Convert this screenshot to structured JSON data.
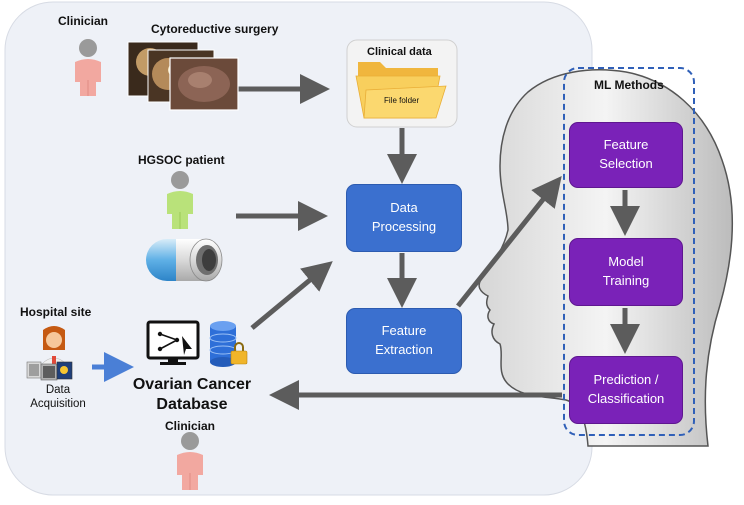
{
  "labels": {
    "clinician_top": "Clinician",
    "surgery": "Cytoreductive surgery",
    "clinical_data": "Clinical data",
    "file_folder": "File folder",
    "hgsoc": "HGSOC patient",
    "hospital": "Hospital site",
    "data_acq_1": "Data",
    "data_acq_2": "Acquisition",
    "database_1": "Ovarian Cancer",
    "database_2": "Database",
    "clinician_bottom": "Clinician",
    "ml_methods": "ML Methods"
  },
  "steps": {
    "data_processing_1": "Data",
    "data_processing_2": "Processing",
    "feature_extraction_1": "Feature",
    "feature_extraction_2": "Extraction",
    "feature_selection_1": "Feature",
    "feature_selection_2": "Selection",
    "model_training_1": "Model",
    "model_training_2": "Training",
    "prediction_1": "Prediction /",
    "prediction_2": "Classification"
  },
  "colors": {
    "panel": "#eef1f7",
    "process_blue": "#3b70cf",
    "ml_purple": "#7a22b8",
    "arrow_gray": "#5c5c5c",
    "arrow_blue": "#4a7fd6",
    "person_gray": "#9a9a9a",
    "person_pink": "#f2a8a0",
    "person_green": "#b9e27a",
    "folder_yellow": "#f8cf5d"
  },
  "icons": [
    "person-icon",
    "surgery-photos-icon",
    "folder-icon",
    "capsule-icon",
    "monitor-icon",
    "database-lock-icon",
    "doctor-icon",
    "head-silhouette-icon"
  ]
}
